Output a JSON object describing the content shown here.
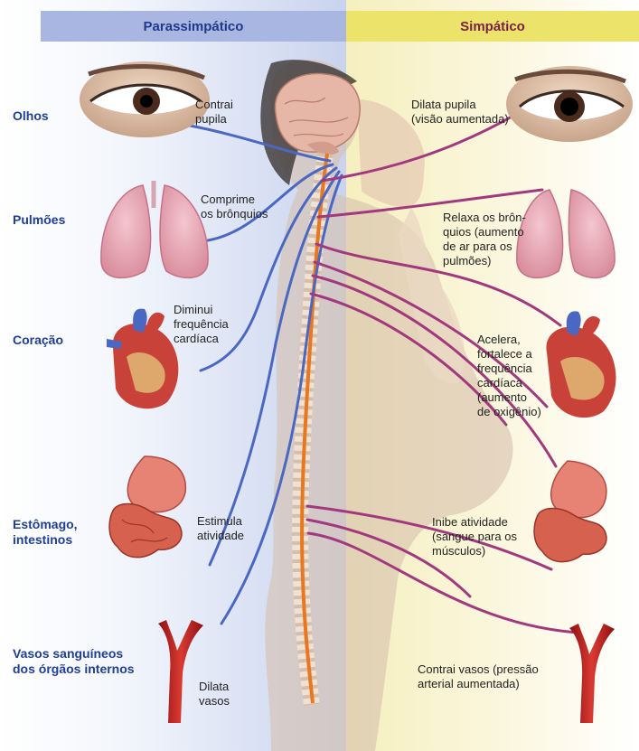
{
  "header": {
    "left": "Parassimpático",
    "right": "Simpático"
  },
  "organs": {
    "eyes": "Olhos",
    "lungs": "Pulmões",
    "heart": "Coração",
    "stomach_line1": "Estômago,",
    "stomach_line2": "intestinos",
    "vessels_line1": "Vasos sanguíneos",
    "vessels_line2": "dos órgãos internos"
  },
  "parasympathetic": {
    "eyes": [
      "Contrai",
      "pupila"
    ],
    "lungs": [
      "Comprime",
      "os brônquios"
    ],
    "heart": [
      "Diminui",
      "frequência",
      "cardíaca"
    ],
    "stomach": [
      "Estimula",
      "atividade"
    ],
    "vessels": [
      "Dilata",
      "vasos"
    ]
  },
  "sympathetic": {
    "eyes": [
      "Dilata pupila",
      "(visão aumentada)"
    ],
    "lungs": [
      "Relaxa os brôn-",
      "quios (aumento",
      "de ar para os",
      "pulmões)"
    ],
    "heart": [
      "Acelera,",
      "fortalece a",
      "frequência",
      "cardíaca",
      "(aumento",
      "de oxigênio)"
    ],
    "stomach": [
      "Inibe atividade",
      "(sangue para os",
      "músculos)"
    ],
    "vessels": [
      "Contrai vasos (pressão",
      "arterial aumentada)"
    ]
  },
  "colors": {
    "parasympathetic_nerve": "#4a67c2",
    "sympathetic_nerve": "#a2387e",
    "spinal_cord": "#e8771f"
  }
}
